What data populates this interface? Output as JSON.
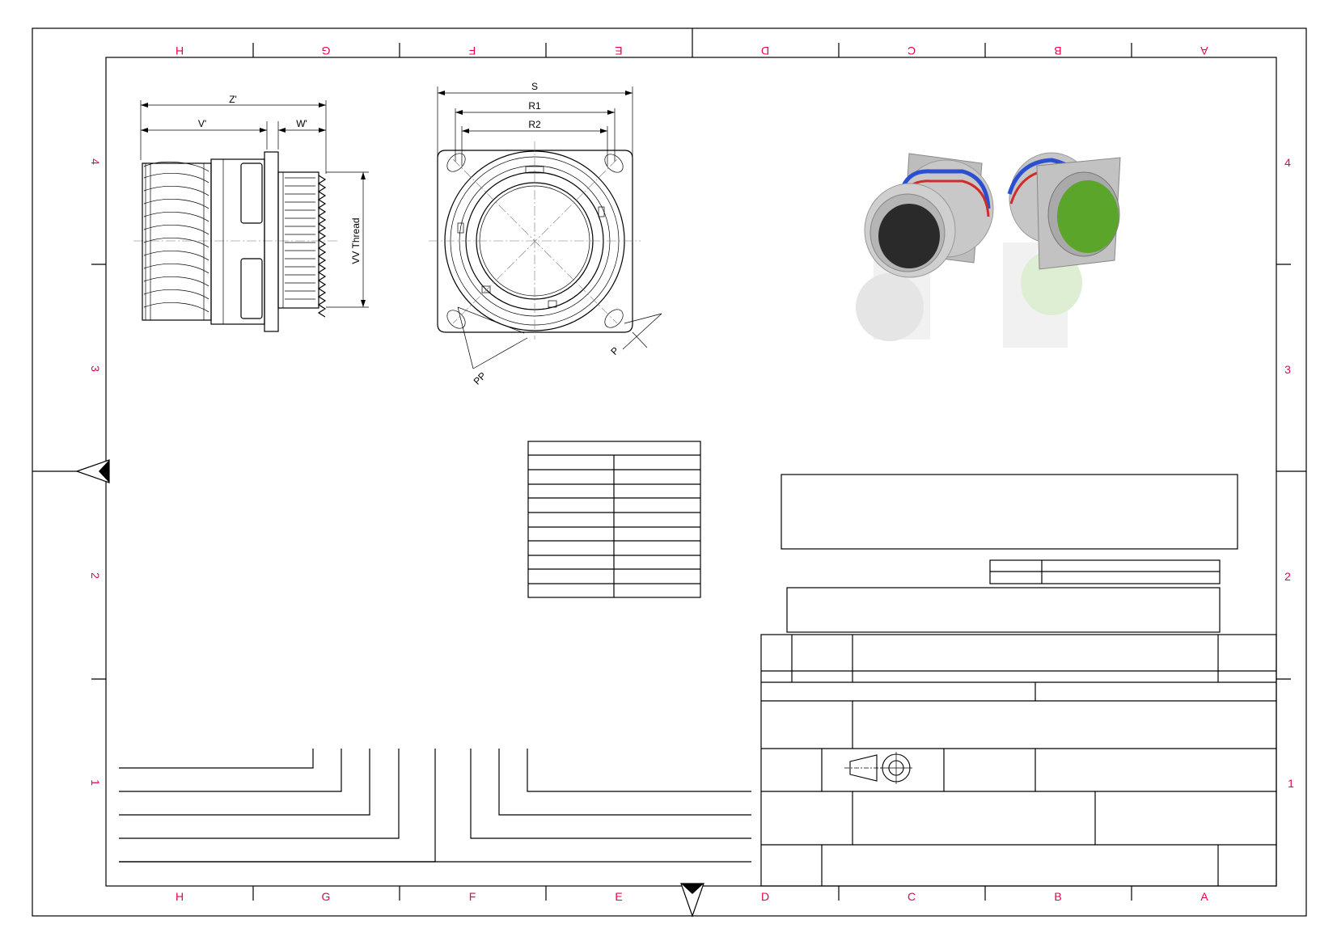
{
  "frame": {
    "column_zones": [
      "H",
      "G",
      "F",
      "E",
      "D",
      "C",
      "B",
      "A"
    ],
    "row_zones": [
      "4",
      "3",
      "2",
      "1"
    ],
    "zone_color": "#e8004c"
  },
  "side_view": {
    "dim_overall": "Z'",
    "dim_body": "V'",
    "dim_flange_to_end": "W'",
    "thread_label": "VV Thread"
  },
  "front_view": {
    "dim_flange": "S",
    "dim_hole_spacing_outer": "R1",
    "dim_hole_spacing_inner": "R2",
    "dim_diagonal_pp": "PP",
    "dim_corner_p": "P"
  },
  "render_3d": {
    "colors": {
      "shell": "#c8c8c8",
      "band_blue": "#2b4fd0",
      "band_red": "#d02b2b",
      "insert_dark": "#2a2a2a",
      "insert_green": "#5aa52a"
    }
  },
  "dimension_table": {
    "rows": 10
  },
  "title_block": {
    "projection_symbol": "third-angle-projection-icon"
  }
}
